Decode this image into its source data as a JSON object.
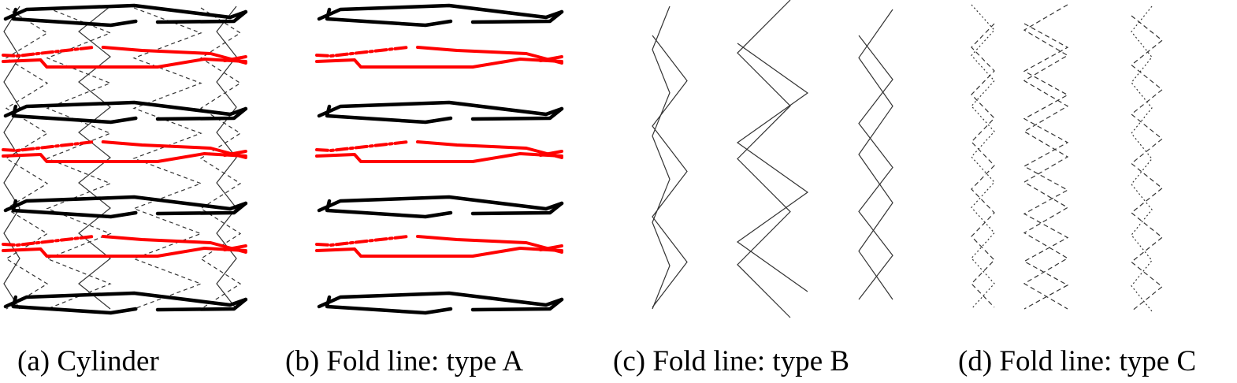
{
  "figure": {
    "panels": [
      {
        "id": "a",
        "caption": "(a) Cylinder"
      },
      {
        "id": "b",
        "caption": "(b) Fold line: type A"
      },
      {
        "id": "c",
        "caption": "(c) Fold line: type B"
      },
      {
        "id": "d",
        "caption": "(d) Fold line: type C"
      }
    ]
  },
  "colors": {
    "ring_black": "#000000",
    "ring_red": "#ff0000",
    "fold_line": "#333333"
  },
  "structure": {
    "ring_levels": 7,
    "ring_color_pattern": [
      "black",
      "red",
      "black",
      "red",
      "black",
      "red",
      "black"
    ],
    "line_styles": {
      "type_A": "thick ring segments",
      "type_B": "solid thin zigzag",
      "type_C": "dashed/dotted thin zigzag"
    }
  }
}
